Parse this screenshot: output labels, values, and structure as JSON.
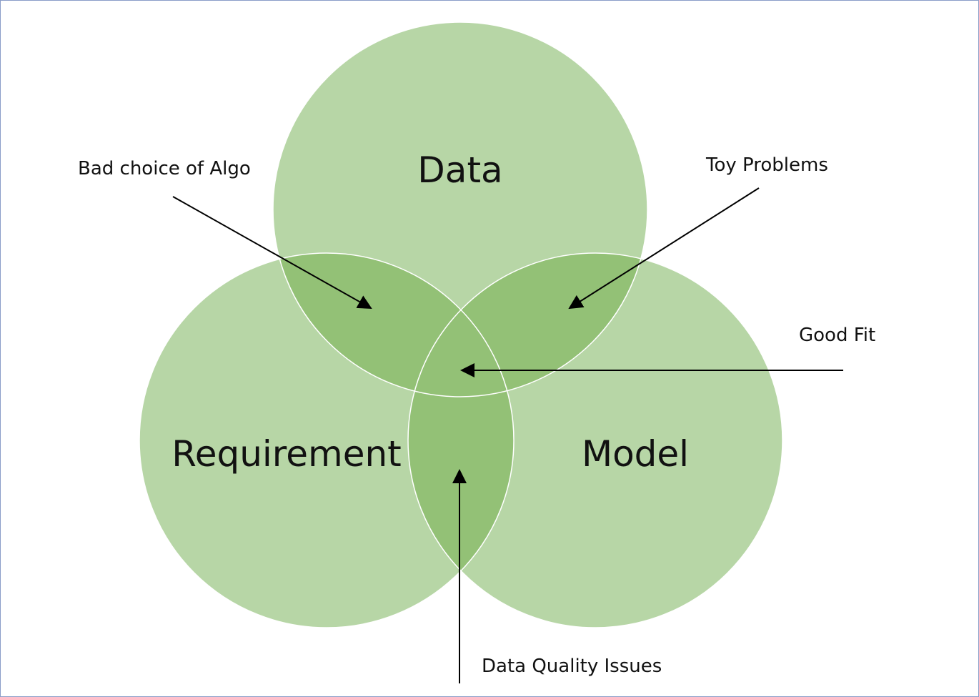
{
  "diagram": {
    "circles": {
      "data": "Data",
      "requirement": "Requirement",
      "model": "Model"
    },
    "annotations": {
      "bad_choice": "Bad choice of Algo",
      "toy_problems": "Toy Problems",
      "good_fit": "Good Fit",
      "data_quality": "Data Quality Issues"
    },
    "colors": {
      "circle_fill": "#b7d6a6",
      "overlap_fill": "#93c176",
      "outline": "#ffffff",
      "arrow": "#000000",
      "frame": "#8a9cc8"
    }
  }
}
